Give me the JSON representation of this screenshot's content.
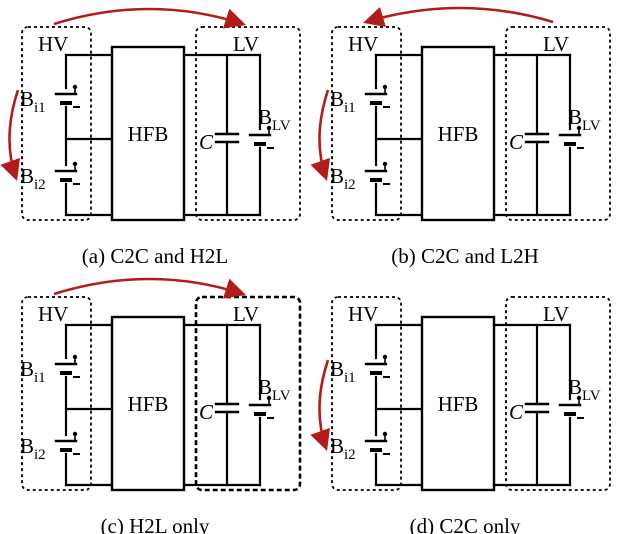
{
  "colors": {
    "wire": "#000000",
    "arrow": "#b31b1b",
    "background": "#ffffff"
  },
  "panels": [
    {
      "id": "a",
      "caption": "(a) C2C and H2L",
      "hv_label": "HV",
      "lv_label": "LV",
      "converter_label": "HFB",
      "capacitor_label": "C",
      "battery_top": {
        "main": "B",
        "sub": "i1"
      },
      "battery_bottom": {
        "main": "B",
        "sub": "i2"
      },
      "battery_lv": {
        "main": "B",
        "sub": "LV"
      },
      "flows": [
        "hv-to-lv",
        "cell-to-cell"
      ]
    },
    {
      "id": "b",
      "caption": "(b) C2C and L2H",
      "hv_label": "HV",
      "lv_label": "LV",
      "converter_label": "HFB",
      "capacitor_label": "C",
      "battery_top": {
        "main": "B",
        "sub": "i1"
      },
      "battery_bottom": {
        "main": "B",
        "sub": "i2"
      },
      "battery_lv": {
        "main": "B",
        "sub": "LV"
      },
      "flows": [
        "lv-to-hv",
        "cell-to-cell"
      ]
    },
    {
      "id": "c",
      "caption": "(c) H2L only",
      "hv_label": "HV",
      "lv_label": "LV",
      "converter_label": "HFB",
      "capacitor_label": "C",
      "battery_top": {
        "main": "B",
        "sub": "i1"
      },
      "battery_bottom": {
        "main": "B",
        "sub": "i2"
      },
      "battery_lv": {
        "main": "B",
        "sub": "LV"
      },
      "flows": [
        "hv-to-lv"
      ]
    },
    {
      "id": "d",
      "caption": "(d) C2C only",
      "hv_label": "HV",
      "lv_label": "LV",
      "converter_label": "HFB",
      "capacitor_label": "C",
      "battery_top": {
        "main": "B",
        "sub": "i1"
      },
      "battery_bottom": {
        "main": "B",
        "sub": "i2"
      },
      "battery_lv": {
        "main": "B",
        "sub": "LV"
      },
      "flows": [
        "cell-to-cell"
      ]
    }
  ]
}
